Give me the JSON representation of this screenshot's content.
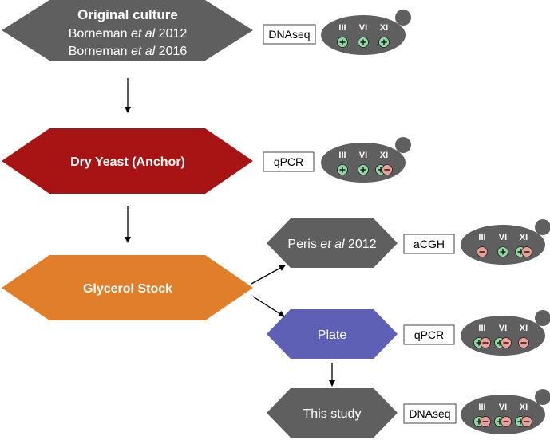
{
  "nodes": {
    "original": {
      "line1": "Original culture",
      "line2": "Borneman ",
      "line2_em": "et al",
      "line2_year": " 2012",
      "line3": "Borneman ",
      "line3_em": "et al",
      "line3_year": " 2016",
      "color": "#5f5f5f"
    },
    "dry_yeast": {
      "label": "Dry Yeast (Anchor)",
      "color": "#a81414"
    },
    "glycerol": {
      "label": "Glycerol Stock",
      "color": "#e07e2a"
    },
    "peris": {
      "label_pre": "Peris ",
      "label_em": "et al",
      "label_post": " 2012",
      "color": "#5f5f5f"
    },
    "plate": {
      "label": "Plate",
      "color": "#5d60b4"
    },
    "this_study": {
      "label": "This study",
      "color": "#5f5f5f"
    }
  },
  "methods": {
    "original": "DNAseq",
    "dry_yeast": "qPCR",
    "peris": "aCGH",
    "plate": "qPCR",
    "this_study": "DNAseq"
  },
  "chromosome_labels": [
    "III",
    "VI",
    "XI"
  ],
  "cells": {
    "original": [
      [
        "+"
      ],
      [
        "+"
      ],
      [
        "+"
      ]
    ],
    "dry_yeast": [
      [
        "+"
      ],
      [
        "+"
      ],
      [
        "+",
        "-"
      ]
    ],
    "peris": [
      [
        "-"
      ],
      [
        "+"
      ],
      [
        "+",
        "-"
      ]
    ],
    "plate": [
      [
        "+",
        "-"
      ],
      [
        "+",
        "-"
      ],
      [
        "-"
      ]
    ],
    "this_study": [
      [
        "+",
        "-"
      ],
      [
        "+",
        "-"
      ],
      [
        "+",
        "-"
      ]
    ]
  },
  "colors": {
    "plus_fill": "#92d6a4",
    "minus_fill": "#e8a098",
    "cell_fill": "#5f5f5f"
  }
}
